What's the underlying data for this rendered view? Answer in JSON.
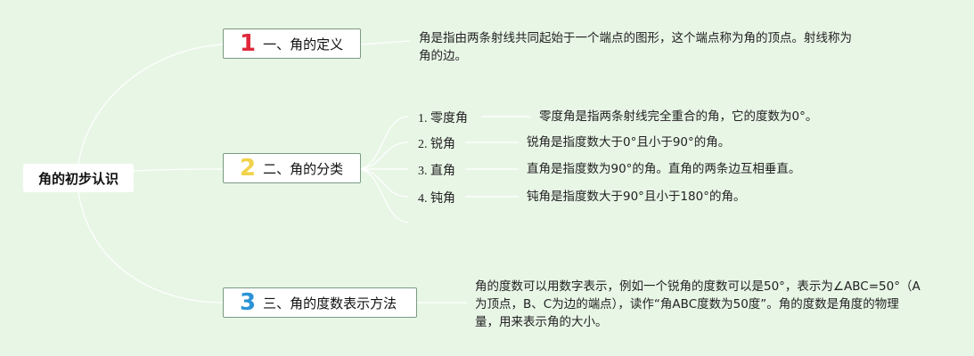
{
  "root": {
    "label": "角的初步认识"
  },
  "topics": [
    {
      "number": "1",
      "number_color": "#e0283c",
      "label": "一、角的定义",
      "description": "角是指由两条射线共同起始于一个端点的图形，这个端点称为角的顶点。射线称为角的边。"
    },
    {
      "number": "2",
      "number_color": "#f2d24a",
      "label": "二、角的分类",
      "children": [
        {
          "label": "1. 零度角",
          "description": "零度角是指两条射线完全重合的角，它的度数为0°。"
        },
        {
          "label": "2. 锐角",
          "description": "锐角是指度数大于0°且小于90°的角。"
        },
        {
          "label": "3. 直角",
          "description": "直角是指度数为90°的角。直角的两条边互相垂直。"
        },
        {
          "label": "4. 钝角",
          "description": "钝角是指度数大于90°且小于180°的角。"
        }
      ]
    },
    {
      "number": "3",
      "number_color": "#2b93d6",
      "label": "三、角的度数表示方法",
      "description": "角的度数可以用数字表示，例如一个锐角的度数可以是50°，表示为∠ABC=50°（A为顶点，B、C为边的端点），读作“角ABC度数为50度”。角的度数是角度的物理量，用来表示角的大小。"
    }
  ],
  "colors": {
    "background": "#e8f6e6",
    "connector": "#ffffff",
    "topic_border": "#7a9a84"
  }
}
